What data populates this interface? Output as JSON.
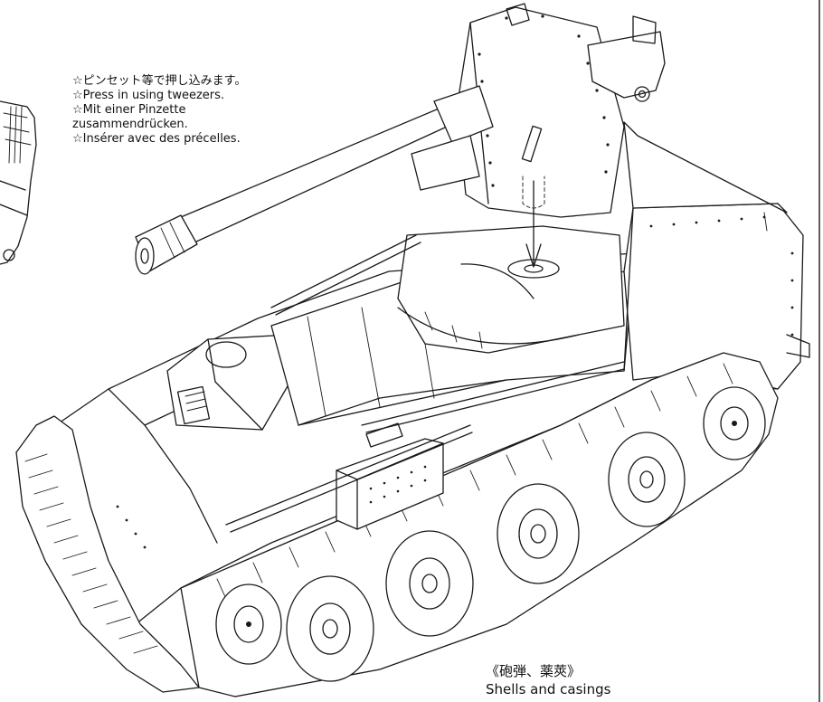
{
  "callout": {
    "lines": [
      "☆ピンセット等で押し込みます。",
      "☆Press in using tweezers.",
      "☆Mit einer Pinzette",
      "zusammendrücken.",
      "☆Insérer avec des précelles."
    ]
  },
  "caption": {
    "title": "《砲弾、薬莢》",
    "subtitle": "Shells and casings"
  }
}
